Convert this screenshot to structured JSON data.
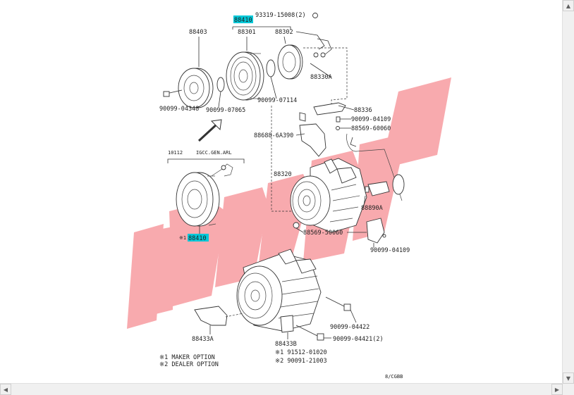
{
  "parts": {
    "p88410_top": "88410",
    "p93319": "93319-15008(2)",
    "p88403": "88403",
    "p88301": "88301",
    "p88302": "88302",
    "p88330A": "88330A",
    "p90099_04348": "90099-04348",
    "p90099_07065": "90099-07065",
    "p90099_07114": "90099-07114",
    "p88336": "88336",
    "p90099_04109a": "90099-04109",
    "p88569_60060a": "88569-60060",
    "p88688_6A390": "88688-6A390",
    "p88320": "88320",
    "p88890A": "88890A",
    "p88569_50060": "88569-50060",
    "p90099_04109b": "90099-04109",
    "p88410_mid": "88410",
    "note_mark1": "※1",
    "p88433A": "88433A",
    "p88433B": "88433B",
    "p90099_04422": "90099-04422",
    "p90099_04421": "90099-04421(2)",
    "p91512_01020": "※1 91512-01020",
    "p90091_21003": "※2 90091-21003",
    "variant_code": "10112",
    "variant_desc": "IGCC.GEN.ARL"
  },
  "notes": {
    "n1": "※1 MAKER OPTION",
    "n2": "※2 DEALER OPTION"
  },
  "diagram_id": "8/CGBB",
  "watermark_text": "UBUSA",
  "colors": {
    "highlight": "#00c8d8",
    "watermark": "#f24a55",
    "line": "#333333"
  },
  "scroll_icons": {
    "up": "▲",
    "down": "▼",
    "left": "◀",
    "right": "▶"
  }
}
